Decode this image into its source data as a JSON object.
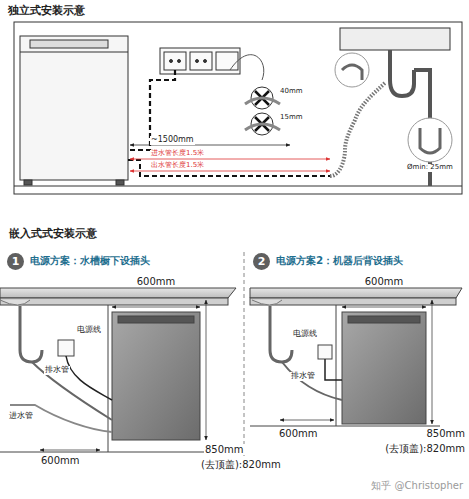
{
  "diagram": {
    "title": "独立式安装示意",
    "nodes": [
      {
        "text": [
          "电源方案：水槽橱下设插头"
        ]
      },
      {
        "text": [
          "1"
        ],
        "in": 0
      },
      {
        "text": [
          "电源方案2：机器后背设插头"
        ]
      },
      {
        "text": [
          "2"
        ],
        "in": 2
      }
    ],
    "labels": [
      "嵌入式式安装示意",
      "~1500mm",
      "进水管长度1.5米",
      "出水管长度1.5米",
      "40mm",
      "15mm",
      "Ømin: 25mm",
      "600mm",
      "电源线",
      "排水管",
      "进水管",
      "600mm",
      "850mm",
      "(去顶盖):820mm",
      "600mm",
      "电源线",
      "排水管",
      "600mm",
      "850mm",
      "(去顶盖):820mm",
      "知乎 @Christopher"
    ]
  }
}
